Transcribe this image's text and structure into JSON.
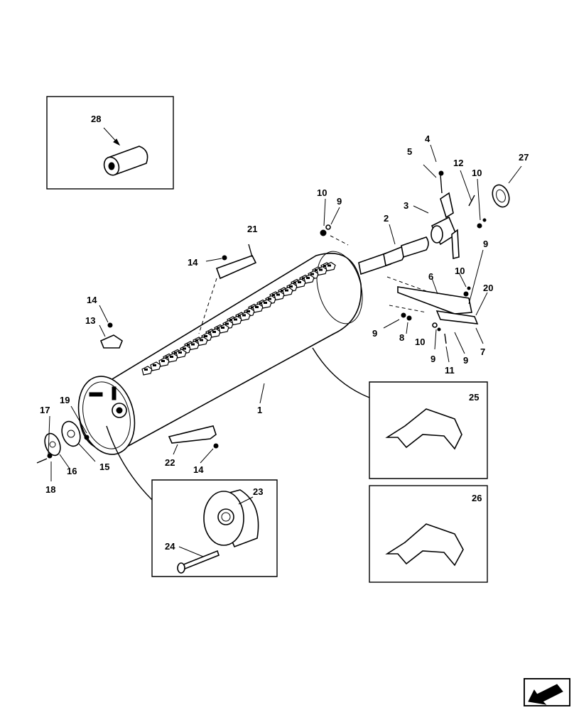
{
  "callouts": {
    "c1": "1",
    "c2": "2",
    "c3": "3",
    "c4": "4",
    "c5": "5",
    "c6": "6",
    "c7": "7",
    "c8": "8",
    "c9a": "9",
    "c9b": "9",
    "c9c": "9",
    "c9d": "9",
    "c9e": "9",
    "c10a": "10",
    "c10b": "10",
    "c10c": "10",
    "c10d": "10",
    "c11": "11",
    "c12": "12",
    "c13": "13",
    "c14a": "14",
    "c14b": "14",
    "c14c": "14",
    "c15": "15",
    "c16": "16",
    "c17": "17",
    "c18": "18",
    "c19": "19",
    "c20": "20",
    "c21": "21",
    "c22": "22",
    "c23": "23",
    "c24": "24",
    "c25": "25",
    "c26": "26",
    "c27": "27",
    "c28": "28"
  },
  "nav_icon": "next-page-arrow-icon"
}
